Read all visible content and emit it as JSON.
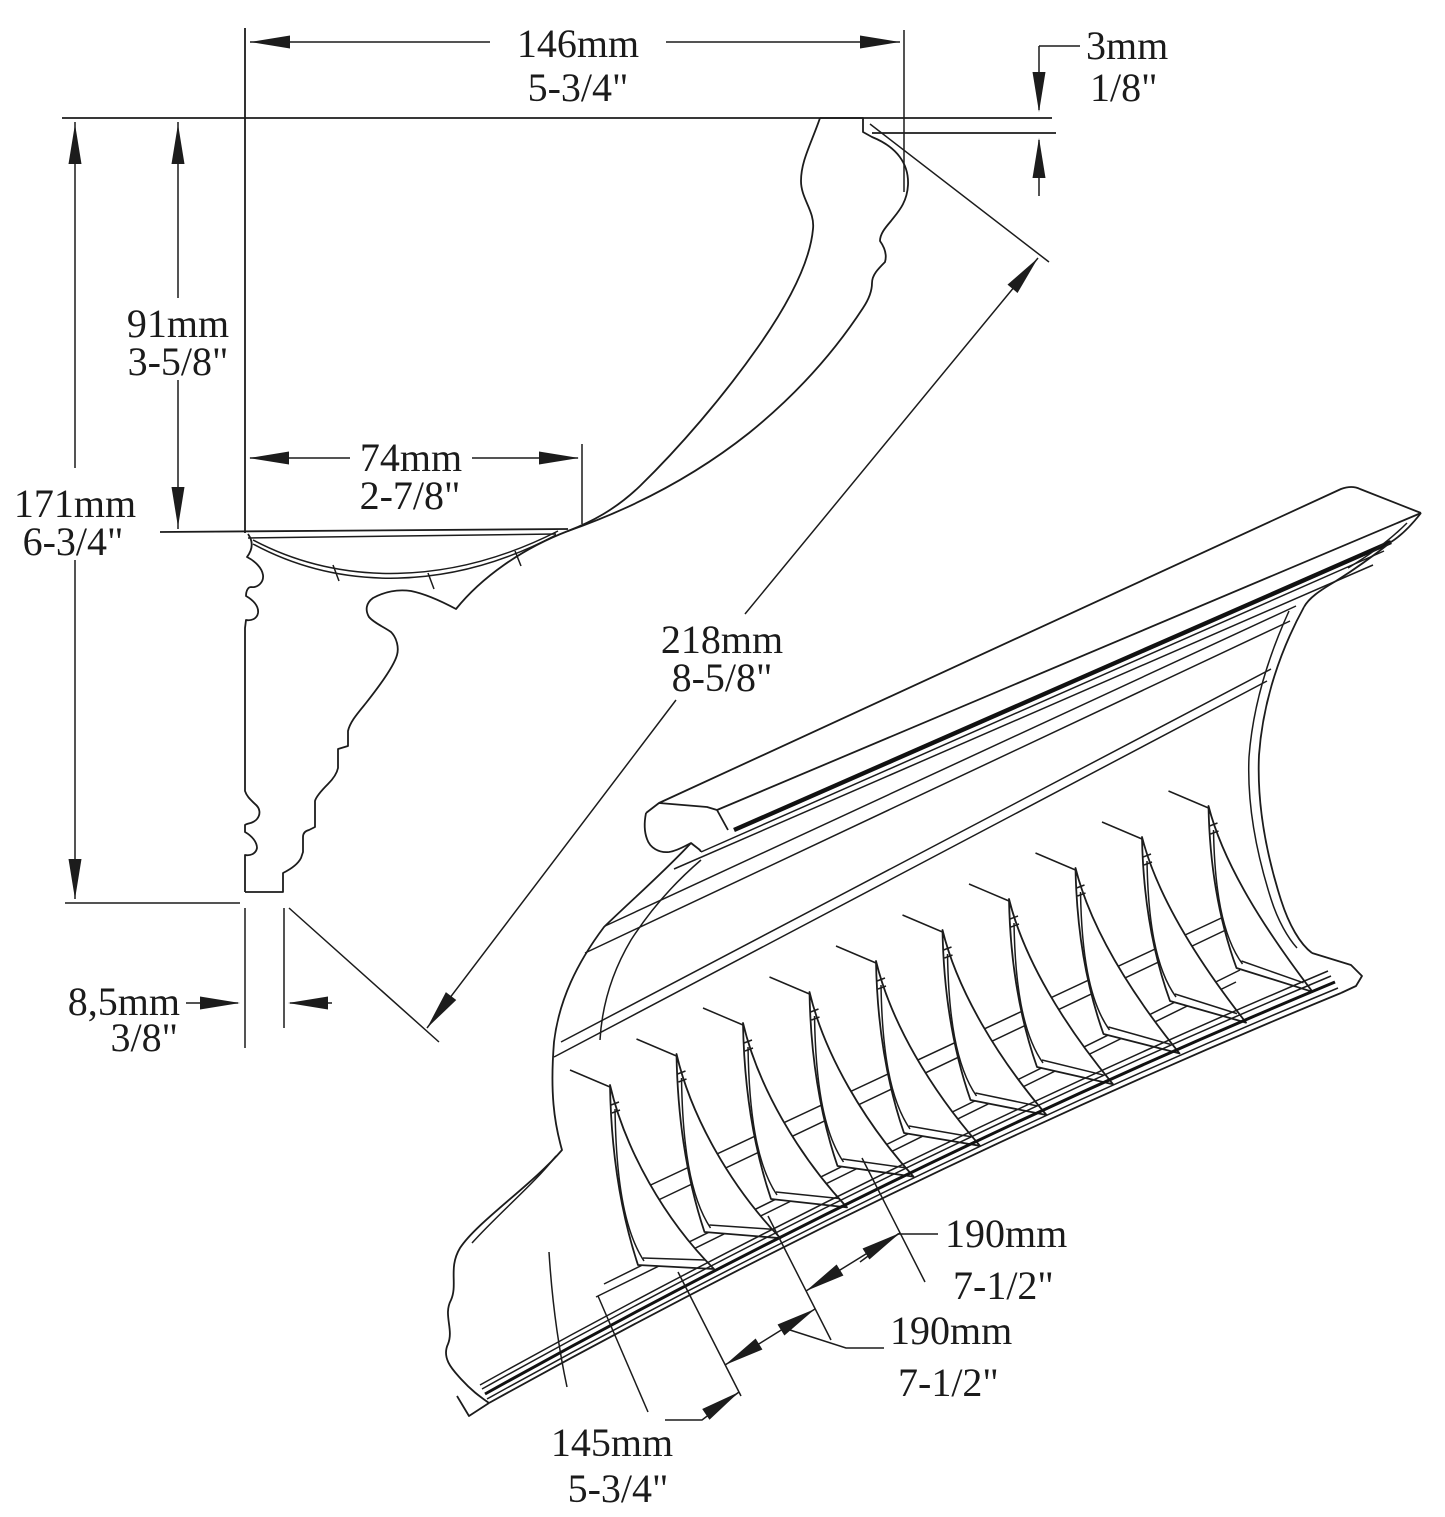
{
  "page": {
    "background": "#ffffff",
    "ink": "#1c1c1c"
  },
  "dimensions": {
    "top_width": {
      "mm": "146mm",
      "inch": "5-3/4\""
    },
    "top_edge": {
      "mm": "3mm",
      "inch": "1/8\""
    },
    "upper_height": {
      "mm": "91mm",
      "inch": "3-5/8\""
    },
    "total_height": {
      "mm": "171mm",
      "inch": "6-3/4\""
    },
    "top_flat": {
      "mm": "74mm",
      "inch": "2-7/8\""
    },
    "face_width": {
      "mm": "218mm",
      "inch": "8-5/8\""
    },
    "bottom_flat": {
      "mm": "8,5mm",
      "inch": "3/8\""
    },
    "rib_spacing_1": {
      "mm": "190mm",
      "inch": "7-1/2\""
    },
    "rib_spacing_2": {
      "mm": "190mm",
      "inch": "7-1/2\""
    },
    "end_spacing": {
      "mm": "145mm",
      "inch": "5-3/4\""
    }
  }
}
